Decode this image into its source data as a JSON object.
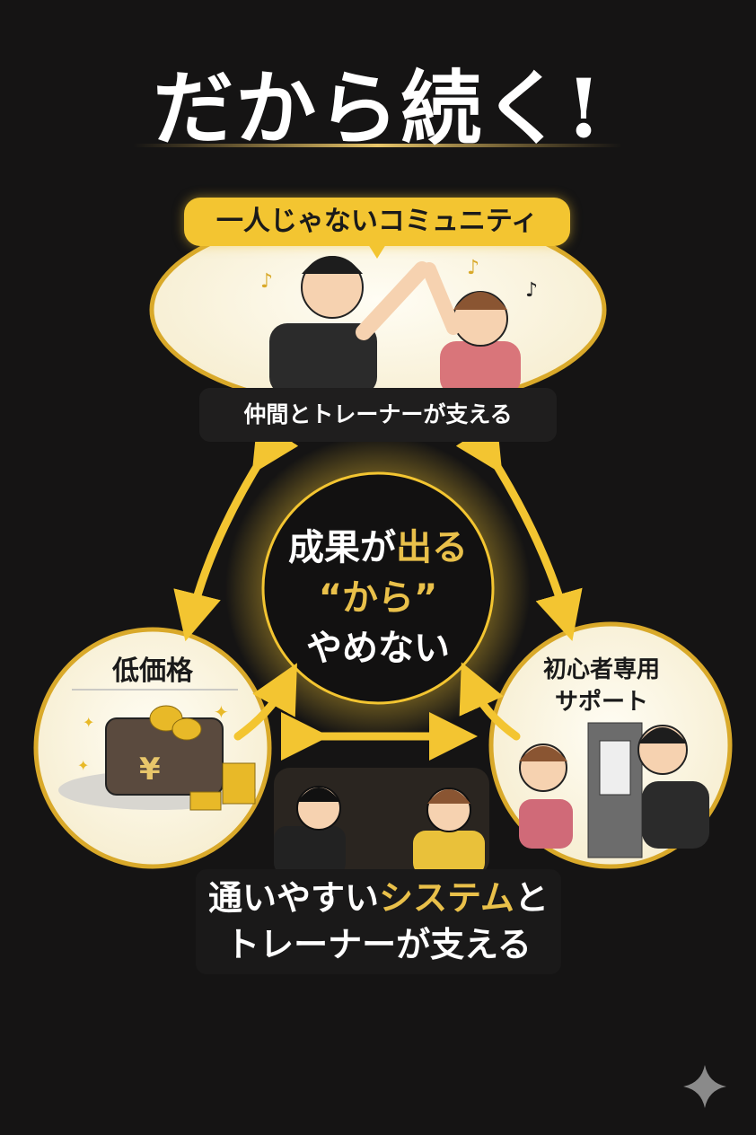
{
  "title": "だから続く!",
  "top_node": {
    "badge": "一人じゃないコミュニティ",
    "caption": "仲間とトレーナーが支える"
  },
  "center": {
    "line1_white": "成果が",
    "line1_gold": "出る",
    "line2": "“から”",
    "line3": "やめない"
  },
  "left_node": {
    "label": "低価格",
    "yen": "¥"
  },
  "right_node": {
    "line1": "初心者専用",
    "line2": "サポート"
  },
  "bottom_node": {
    "line1_a": "通いやすい",
    "line1_gold": "システム",
    "line1_b": "と",
    "line2": "トレーナーが支える"
  },
  "colors": {
    "gold": "#f3c531",
    "background": "#151414",
    "cream": "#fdf8e8"
  }
}
